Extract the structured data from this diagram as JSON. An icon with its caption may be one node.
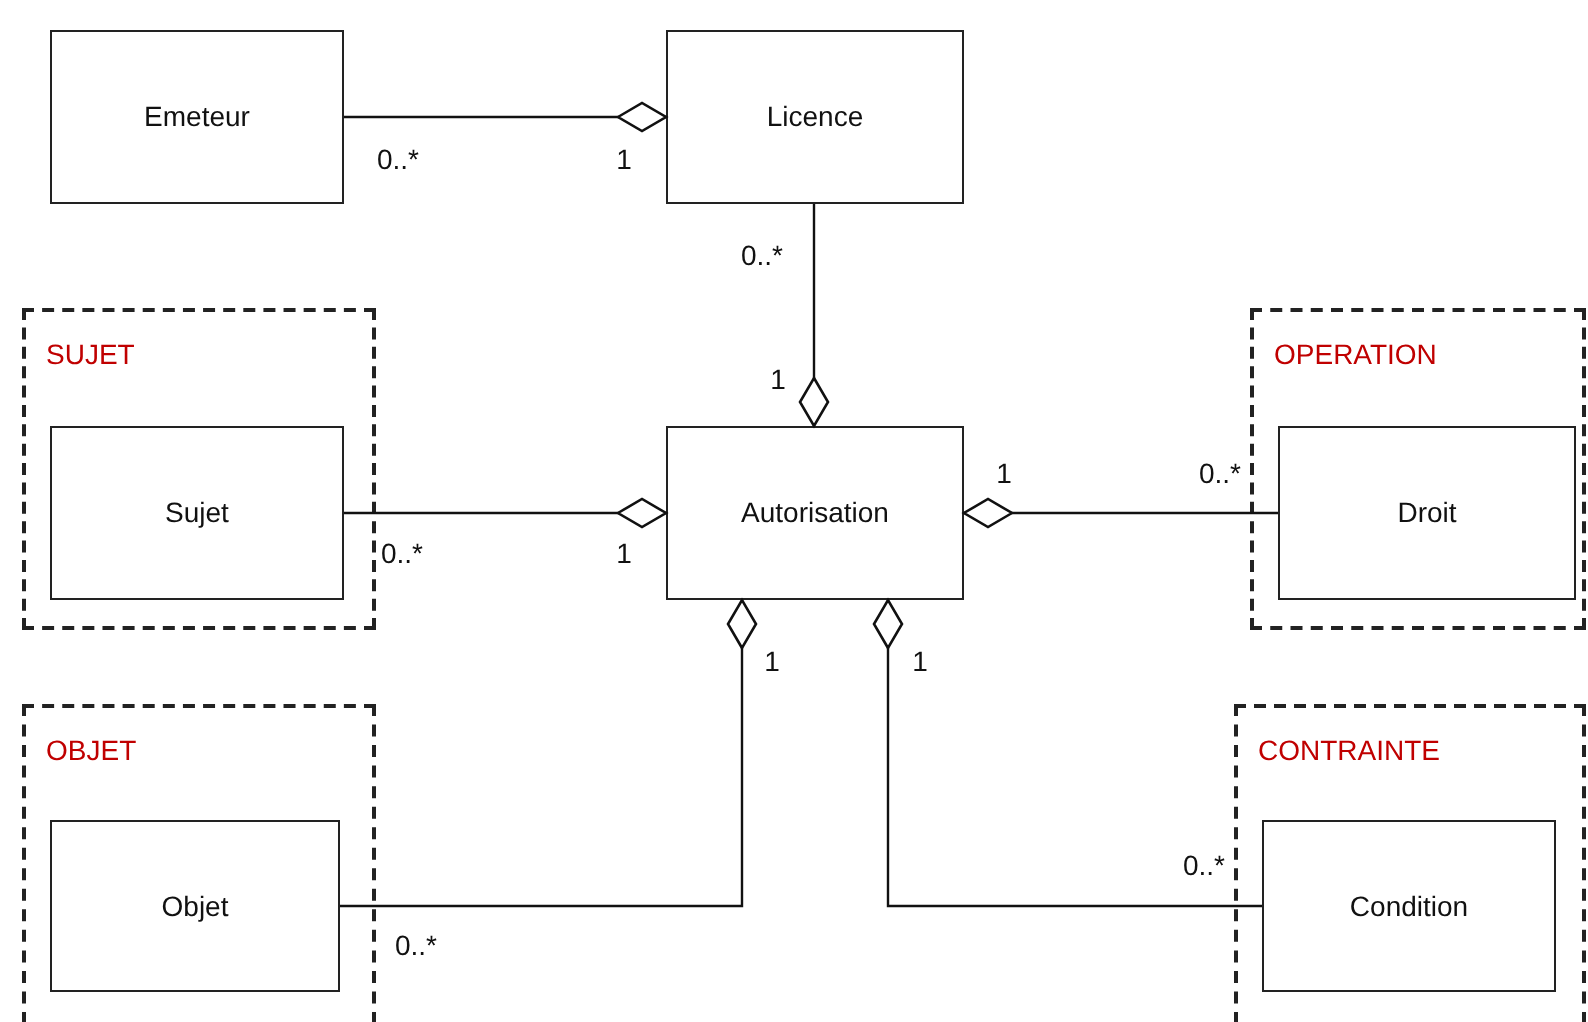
{
  "diagram": {
    "nodes": [
      {
        "text": [
          "Emeteur"
        ]
      },
      {
        "text": [
          "Licence"
        ]
      },
      {
        "text": [
          "SUJET"
        ]
      },
      {
        "text": [
          "Sujet"
        ],
        "in": 2
      },
      {
        "text": [
          "Autorisation"
        ]
      },
      {
        "text": [
          "OPERATION"
        ]
      },
      {
        "text": [
          "Droit"
        ],
        "in": 5
      },
      {
        "text": [
          "OBJET"
        ]
      },
      {
        "text": [
          "Objet"
        ],
        "in": 7
      },
      {
        "text": [
          "CONTRAINTE"
        ]
      },
      {
        "text": [
          "Condition"
        ],
        "in": 9
      }
    ],
    "edges": [
      {
        "from": 0,
        "to": 1,
        "arrow": "other"
      },
      {
        "from": 1,
        "to": 4,
        "arrow": "other"
      },
      {
        "from": 3,
        "to": 4,
        "arrow": "other"
      },
      {
        "from": 6,
        "to": 4,
        "arrow": "other"
      },
      {
        "from": 8,
        "to": 4,
        "arrow": "other"
      },
      {
        "from": 10,
        "to": 4,
        "arrow": "other"
      }
    ],
    "labels": [
      "0..*",
      "1",
      "0..*",
      "1",
      "1",
      "0..*",
      "0..*",
      "1",
      "1",
      "1",
      "0..*",
      "0..*"
    ]
  }
}
